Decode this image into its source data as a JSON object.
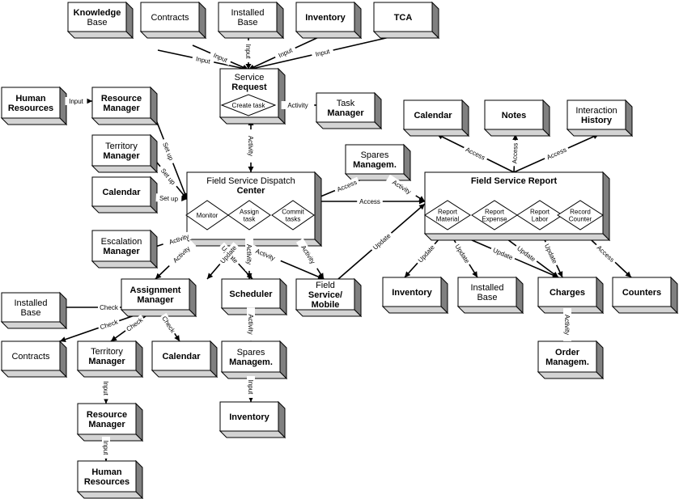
{
  "boxes": [
    {
      "id": "kb",
      "lines": [
        {
          "t": "Knowledge",
          "b": true
        },
        {
          "t": "Base",
          "b": false
        }
      ]
    },
    {
      "id": "contracts_top",
      "lines": [
        {
          "t": "Contracts",
          "b": false
        }
      ]
    },
    {
      "id": "installed_top",
      "lines": [
        {
          "t": "Installed",
          "b": false
        },
        {
          "t": "Base",
          "b": false
        }
      ]
    },
    {
      "id": "inventory_top",
      "lines": [
        {
          "t": "Inventory",
          "b": true
        }
      ]
    },
    {
      "id": "tca",
      "lines": [
        {
          "t": "TCA",
          "b": true
        }
      ]
    },
    {
      "id": "hr_left",
      "lines": [
        {
          "t": "Human",
          "b": true
        },
        {
          "t": "Resources",
          "b": true
        }
      ]
    },
    {
      "id": "rm_top",
      "lines": [
        {
          "t": "Resource",
          "b": true
        },
        {
          "t": "Manager",
          "b": true
        }
      ]
    },
    {
      "id": "sr",
      "lines": [
        {
          "t": "Service",
          "b": false
        },
        {
          "t": "Request",
          "b": true
        }
      ]
    },
    {
      "id": "task_mgr",
      "lines": [
        {
          "t": "Task",
          "b": false
        },
        {
          "t": "Manager",
          "b": true
        }
      ]
    },
    {
      "id": "territory_top",
      "lines": [
        {
          "t": "Territory",
          "b": false
        },
        {
          "t": "Manager",
          "b": true
        }
      ]
    },
    {
      "id": "calendar_left",
      "lines": [
        {
          "t": "Calendar",
          "b": true
        }
      ]
    },
    {
      "id": "dispatch",
      "lines": [
        {
          "t": "Field Service Dispatch",
          "b": false
        },
        {
          "t": "Center",
          "b": true
        }
      ]
    },
    {
      "id": "spares_top",
      "lines": [
        {
          "t": "Spares",
          "b": false
        },
        {
          "t": "Managem.",
          "b": true
        }
      ]
    },
    {
      "id": "calendar_right",
      "lines": [
        {
          "t": "Calendar",
          "b": true
        }
      ]
    },
    {
      "id": "notes",
      "lines": [
        {
          "t": "Notes",
          "b": true
        }
      ]
    },
    {
      "id": "interaction",
      "lines": [
        {
          "t": "Interaction",
          "b": false
        },
        {
          "t": "History",
          "b": true
        }
      ]
    },
    {
      "id": "fsr",
      "lines": [
        {
          "t": "Field Service Report",
          "b": true
        }
      ]
    },
    {
      "id": "escalation",
      "lines": [
        {
          "t": "Escalation",
          "b": false
        },
        {
          "t": "Manager",
          "b": true
        }
      ]
    },
    {
      "id": "assignment",
      "lines": [
        {
          "t": "Assignment",
          "b": true
        },
        {
          "t": "Manager",
          "b": true
        }
      ]
    },
    {
      "id": "scheduler",
      "lines": [
        {
          "t": "Scheduler",
          "b": true
        }
      ]
    },
    {
      "id": "fs_mobile",
      "lines": [
        {
          "t": "Field",
          "b": false
        },
        {
          "t": "Service/",
          "b": true
        },
        {
          "t": "Mobile",
          "b": true
        }
      ]
    },
    {
      "id": "inventory_right",
      "lines": [
        {
          "t": "Inventory",
          "b": true
        }
      ]
    },
    {
      "id": "installed_right",
      "lines": [
        {
          "t": "Installed",
          "b": false
        },
        {
          "t": "Base",
          "b": false
        }
      ]
    },
    {
      "id": "charges",
      "lines": [
        {
          "t": "Charges",
          "b": true
        }
      ]
    },
    {
      "id": "counters",
      "lines": [
        {
          "t": "Counters",
          "b": true
        }
      ]
    },
    {
      "id": "installed_left",
      "lines": [
        {
          "t": "Installed",
          "b": false
        },
        {
          "t": "Base",
          "b": false
        }
      ]
    },
    {
      "id": "contracts_left",
      "lines": [
        {
          "t": "Contracts",
          "b": false
        }
      ]
    },
    {
      "id": "territory_bottom",
      "lines": [
        {
          "t": "Territory",
          "b": false
        },
        {
          "t": "Manager",
          "b": true
        }
      ]
    },
    {
      "id": "calendar_bottom",
      "lines": [
        {
          "t": "Calendar",
          "b": true
        }
      ]
    },
    {
      "id": "spares_bottom",
      "lines": [
        {
          "t": "Spares",
          "b": false
        },
        {
          "t": "Managem.",
          "b": true
        }
      ]
    },
    {
      "id": "order",
      "lines": [
        {
          "t": "Order",
          "b": true
        },
        {
          "t": "Managem.",
          "b": true
        }
      ]
    },
    {
      "id": "rm_bottom",
      "lines": [
        {
          "t": "Resource",
          "b": true
        },
        {
          "t": "Manager",
          "b": true
        }
      ]
    },
    {
      "id": "inventory_bottom",
      "lines": [
        {
          "t": "Inventory",
          "b": true
        }
      ]
    },
    {
      "id": "hr_bottom",
      "lines": [
        {
          "t": "Human",
          "b": true
        },
        {
          "t": "Resources",
          "b": true
        }
      ]
    }
  ],
  "subtasks": [
    {
      "id": "create_task",
      "lines": [
        "Create task"
      ]
    },
    {
      "id": "monitor",
      "lines": [
        "Monitor"
      ]
    },
    {
      "id": "assign_task",
      "lines": [
        "Assign",
        "task"
      ]
    },
    {
      "id": "commit_tasks",
      "lines": [
        "Commit",
        "tasks"
      ]
    },
    {
      "id": "report_material",
      "lines": [
        "Report",
        "Material"
      ]
    },
    {
      "id": "report_expense",
      "lines": [
        "Report",
        "Expense"
      ]
    },
    {
      "id": "report_labor",
      "lines": [
        "Report",
        "Labor"
      ]
    },
    {
      "id": "record_counter",
      "lines": [
        "Record",
        "Counter"
      ]
    }
  ],
  "edges": [
    {
      "label": "Input"
    },
    {
      "label": "Input"
    },
    {
      "label": "Input"
    },
    {
      "label": "Input"
    },
    {
      "label": "Input"
    },
    {
      "label": "Input"
    },
    {
      "label": "Activity"
    },
    {
      "label": "Set up"
    },
    {
      "label": "Set up"
    },
    {
      "label": "Set up"
    },
    {
      "label": "Activity"
    },
    {
      "label": "Access"
    },
    {
      "label": "Activity"
    },
    {
      "label": "Access"
    },
    {
      "label": "Access"
    },
    {
      "label": "Access"
    },
    {
      "label": "Access"
    },
    {
      "label": "Activity"
    },
    {
      "label": "Activity"
    },
    {
      "label": "Activity"
    },
    {
      "label": "Update"
    },
    {
      "label": "Activity"
    },
    {
      "label": "Update"
    },
    {
      "label": "Activity"
    },
    {
      "label": "Check"
    },
    {
      "label": "Check"
    },
    {
      "label": "Check"
    },
    {
      "label": "Check"
    },
    {
      "label": "Activity"
    },
    {
      "label": "Input"
    },
    {
      "label": "Input"
    },
    {
      "label": "Input"
    },
    {
      "label": "Update"
    },
    {
      "label": "Update"
    },
    {
      "label": "Update"
    },
    {
      "label": "Update"
    },
    {
      "label": "Update"
    },
    {
      "label": "Access"
    },
    {
      "label": "Activity"
    }
  ]
}
